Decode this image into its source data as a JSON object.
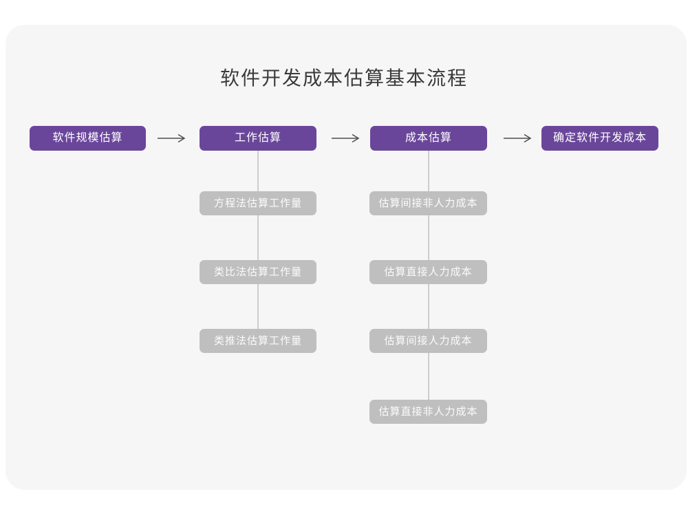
{
  "title": "软件开发成本估算基本流程",
  "colors": {
    "primary_node": "#6a469b",
    "secondary_node": "#bfbfbf",
    "node_text": "#ffffff",
    "arrow": "#4d4d4d",
    "connector": "#cdcdcd",
    "card_background": "#f6f6f6",
    "page_background": "#ffffff",
    "title_text": "#3b3b3b"
  },
  "flow": {
    "main_nodes": [
      {
        "label": "软件规模估算"
      },
      {
        "label": "工作估算"
      },
      {
        "label": "成本估算"
      },
      {
        "label": "确定软件开发成本"
      }
    ],
    "work_estimation_methods": [
      {
        "label": "方程法估算工作量"
      },
      {
        "label": "类比法估算工作量"
      },
      {
        "label": "类推法估算工作量"
      }
    ],
    "cost_estimation_steps": [
      {
        "label": "估算间接非人力成本"
      },
      {
        "label": "估算直接人力成本"
      },
      {
        "label": "估算间接人力成本"
      },
      {
        "label": "估算直接非人力成本"
      }
    ]
  },
  "icons": {
    "right_arrow": "→"
  }
}
